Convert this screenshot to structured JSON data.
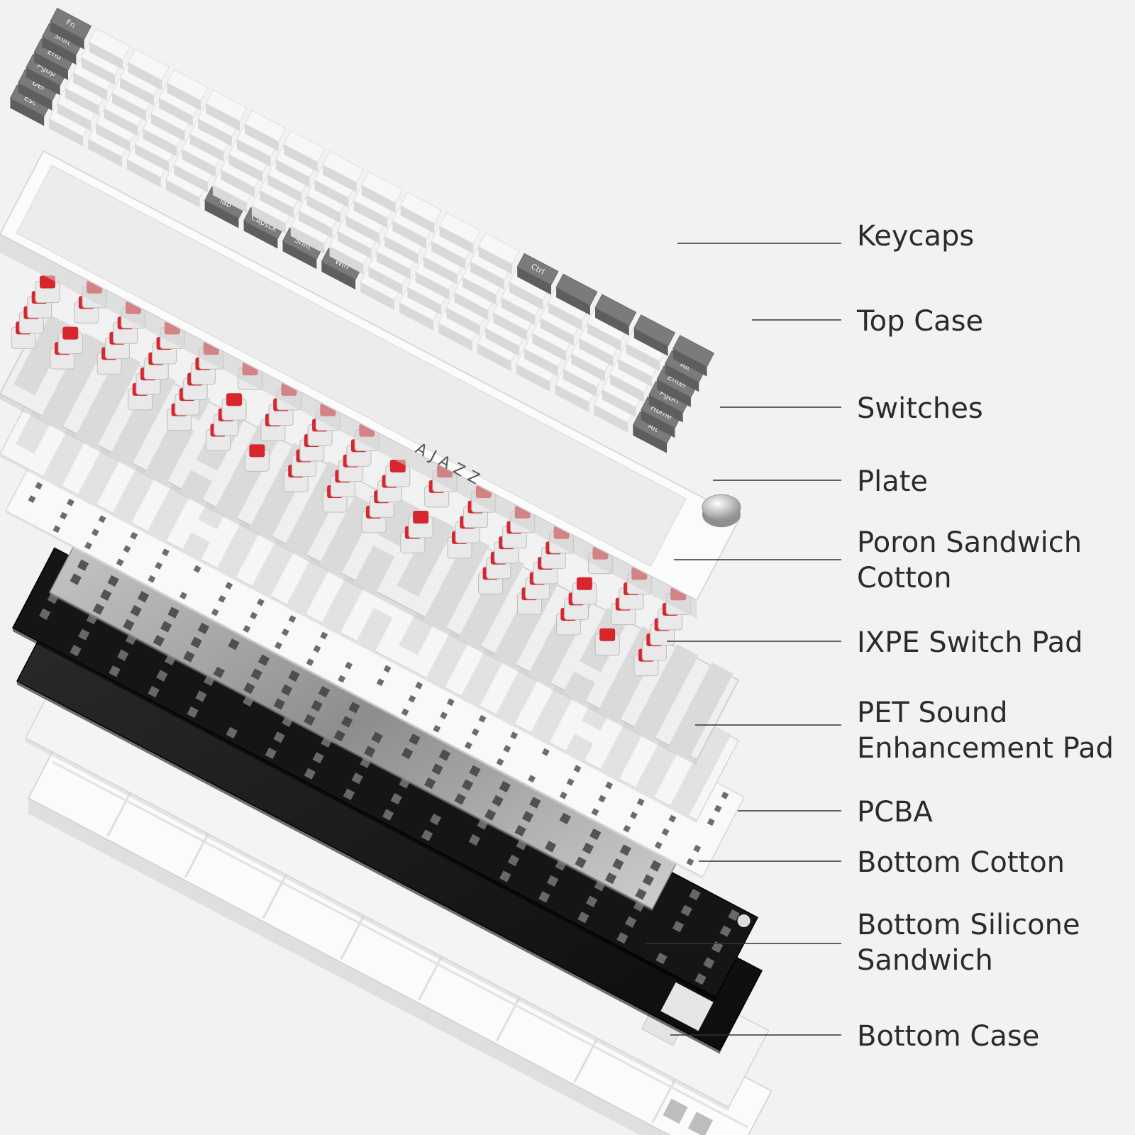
{
  "brand": {
    "logo_text": "AJAZZ"
  },
  "colors": {
    "background": "#f2f2f2",
    "keycap_white": "#f7f7f7",
    "keycap_gray": "#7b7b7b",
    "switch_red": "#d8262d",
    "pcba_black": "#141414",
    "label_text": "#2b2b2b",
    "leader_line": "#333333"
  },
  "keycap_legends": [
    "Esc",
    "Tab",
    "CapsLk",
    "Shift",
    "Win",
    "Alt",
    "Del",
    "Home",
    "PgUp",
    "PgDn",
    "End",
    "Enter",
    "Shift",
    "Alt",
    "Fn",
    "Ctrl"
  ],
  "layers": [
    {
      "id": "keycaps",
      "label": "Keycaps"
    },
    {
      "id": "top-case",
      "label": "Top Case"
    },
    {
      "id": "switches",
      "label": "Switches"
    },
    {
      "id": "plate",
      "label": "Plate"
    },
    {
      "id": "poron-sandwich-cotton",
      "label": "Poron Sandwich\nCotton"
    },
    {
      "id": "ixpe-switch-pad",
      "label": "IXPE Switch Pad"
    },
    {
      "id": "pet-sound-enhancement-pad",
      "label": "PET Sound\nEnhancement Pad"
    },
    {
      "id": "pcba",
      "label": "PCBA"
    },
    {
      "id": "bottom-cotton",
      "label": "Bottom Cotton"
    },
    {
      "id": "bottom-silicone-sandwich",
      "label": "Bottom Silicone\nSandwich"
    },
    {
      "id": "bottom-case",
      "label": "Bottom Case"
    }
  ]
}
